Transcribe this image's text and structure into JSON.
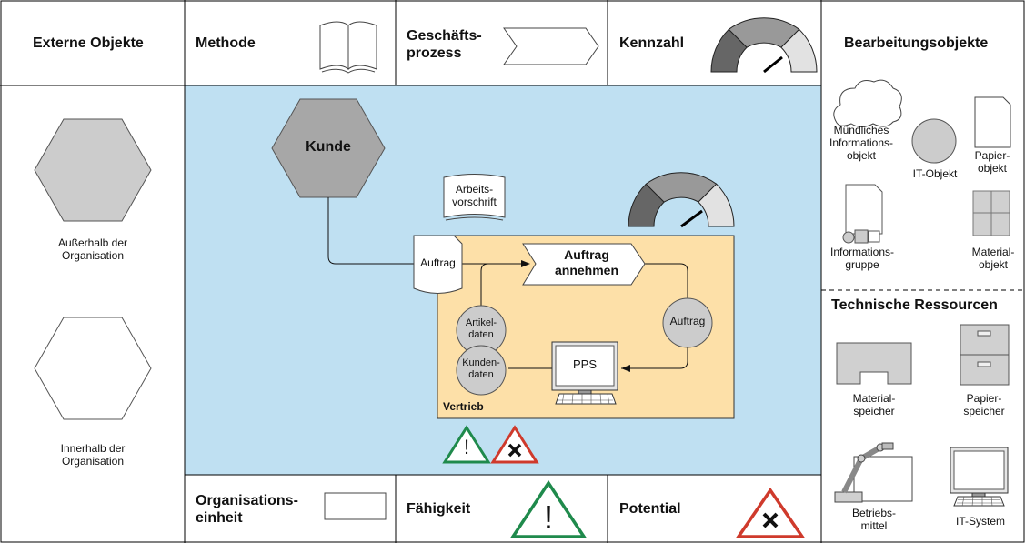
{
  "headers": {
    "externe_objekte": "Externe Objekte",
    "methode": "Methode",
    "geschaeftsprozess_line1": "Geschäfts-",
    "geschaeftsprozess_line2": "prozess",
    "kennzahl": "Kennzahl",
    "bearbeitungsobjekte": "Bearbeitungsobjekte",
    "organisationseinheit_line1": "Organisations-",
    "organisationseinheit_line2": "einheit",
    "faehigkeit": "Fähigkeit",
    "potential": "Potential",
    "technische_ressourcen": "Technische Ressourcen"
  },
  "left_panel": {
    "ausserhalb_line1": "Außerhalb der",
    "ausserhalb_line2": "Organisation",
    "innerhalb_line1": "Innerhalb der",
    "innerhalb_line2": "Organisation"
  },
  "process": {
    "kunde": "Kunde",
    "arbeitsvorschrift_line1": "Arbeits-",
    "arbeitsvorschrift_line2": "vorschrift",
    "auftrag_doc": "Auftrag",
    "process_line1": "Auftrag",
    "process_line2": "annehmen",
    "auftrag_circle": "Auftrag",
    "artikeldaten_line1": "Artikel-",
    "artikeldaten_line2": "daten",
    "kundendaten_line1": "Kunden-",
    "kundendaten_line2": "daten",
    "pps": "PPS",
    "vertrieb": "Vertrieb"
  },
  "objects": {
    "muendliches_line1": "Mündliches",
    "muendliches_line2": "Informations-",
    "muendliches_line3": "objekt",
    "it_objekt": "IT-Objekt",
    "papier_line1": "Papier-",
    "papier_line2": "objekt",
    "infogruppe_line1": "Informations-",
    "infogruppe_line2": "gruppe",
    "material_line1": "Material-",
    "material_line2": "objekt"
  },
  "resources": {
    "materialspeicher_line1": "Material-",
    "materialspeicher_line2": "speicher",
    "papierspeicher_line1": "Papier-",
    "papierspeicher_line2": "speicher",
    "betriebsmittel_line1": "Betriebs-",
    "betriebsmittel_line2": "mittel",
    "it_system": "IT-System"
  },
  "colors": {
    "lightblue": "#bfe0f2",
    "vertrieb_fill": "#fde0a8",
    "gray": "#cccccc",
    "dark_gray": "#a7a7a7",
    "green": "#1f8a4c",
    "red": "#cf3a2c"
  }
}
